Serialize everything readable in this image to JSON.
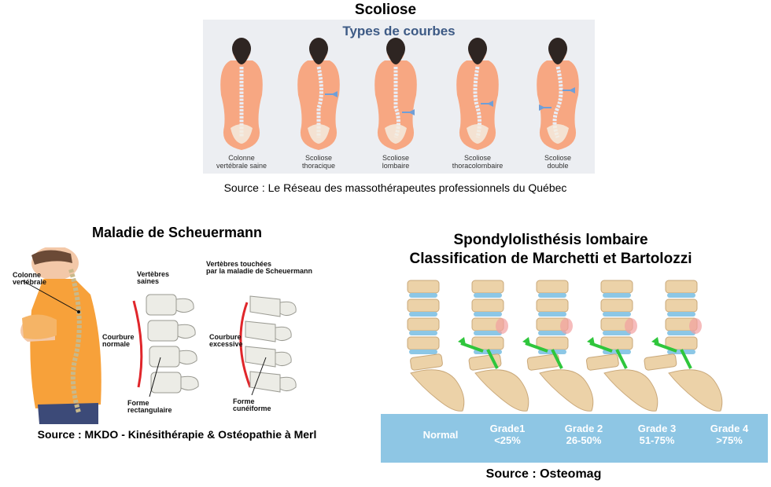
{
  "scoliosis": {
    "title": "Scoliose",
    "subtitle": "Types de courbes",
    "types": [
      {
        "line1": "Colonne",
        "line2": "vertébrale saine"
      },
      {
        "line1": "Scoliose",
        "line2": "thoracique"
      },
      {
        "line1": "Scoliose",
        "line2": "lombaire"
      },
      {
        "line1": "Scoliose",
        "line2": "thoracolombaire"
      },
      {
        "line1": "Scoliose",
        "line2": "double"
      }
    ],
    "source": "Source : Le Réseau des massothérapeutes professionnels du Québec",
    "colors": {
      "skin": "#f7a782",
      "hair": "#2e2522",
      "spine": "#ffffff",
      "arrow": "#6f9fd8",
      "panel": "#eceef2"
    }
  },
  "scheuermann": {
    "title": "Maladie de Scheuermann",
    "labels": {
      "colonne": [
        "Colonne",
        "vertébrale"
      ],
      "saines": [
        "Vertèbres",
        "saines"
      ],
      "touchees": [
        "Vertèbres touchées",
        "par la maladie de Scheuermann"
      ],
      "normale": [
        "Courbure",
        "normale"
      ],
      "excessive": [
        "Courbure",
        "excessive"
      ],
      "rect": [
        "Forme",
        "rectangulaire"
      ],
      "cune": [
        "Forme",
        "cunéiforme"
      ]
    },
    "source": "Source : MKDO - Kinésithérapie & Ostéopathie à Merl",
    "colors": {
      "shirt": "#f7a13a",
      "curve": "#e0262b",
      "bone": "#ecece6"
    }
  },
  "spondylolisthesis": {
    "title_line1": "Spondylolisthésis lombaire",
    "title_line2": "Classification de Marchetti et Bartolozzi",
    "grades": [
      {
        "name": "Normal",
        "range": ""
      },
      {
        "name": "Grade1",
        "range": "<25%"
      },
      {
        "name": "Grade 2",
        "range": "26-50%"
      },
      {
        "name": "Grade 3",
        "range": "51-75%"
      },
      {
        "name": "Grade 4",
        "range": ">75%"
      }
    ],
    "source": "Source : Osteomag",
    "colors": {
      "bone": "#ecd2a8",
      "disc": "#8cc7e6",
      "arrow": "#2fc63c",
      "bar": "#8ec6e4"
    }
  }
}
